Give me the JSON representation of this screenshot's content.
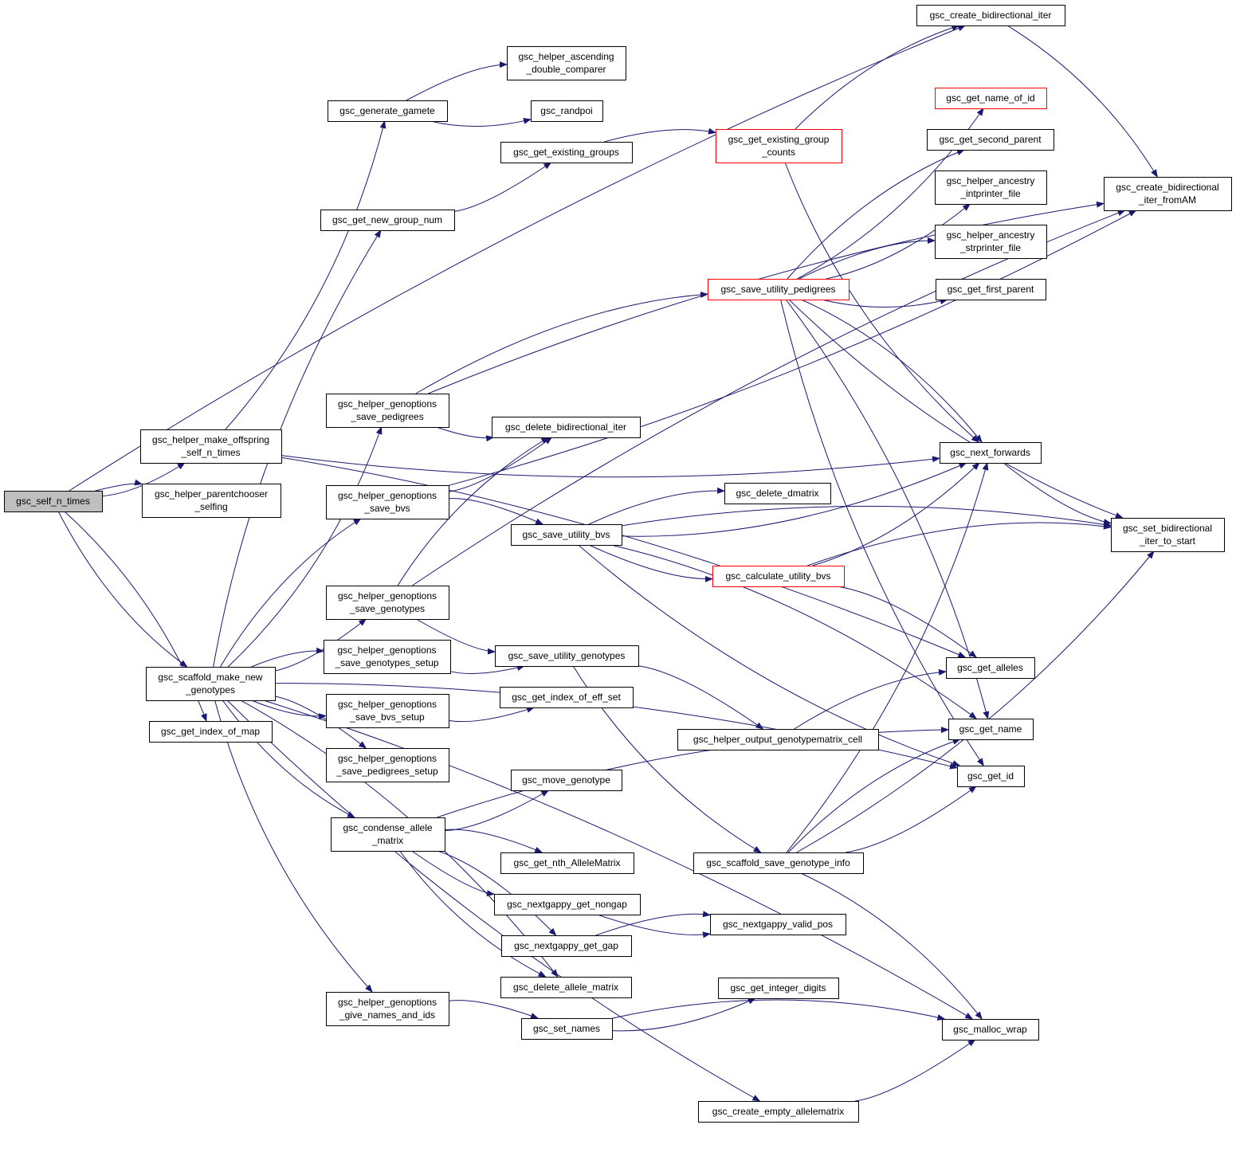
{
  "diagram": {
    "type": "call-graph",
    "colors": {
      "edge": "#191970",
      "node_border": "#000000",
      "root_fill": "#bfbfbf",
      "truncated_border": "#ff0000"
    },
    "nodes": [
      {
        "id": "n_self",
        "lines": [
          "gsc_self_n_times"
        ],
        "style": "root"
      },
      {
        "id": "n_mkoff",
        "lines": [
          "gsc_helper_make_offspring",
          "_self_n_times"
        ],
        "style": "plain"
      },
      {
        "id": "n_pch",
        "lines": [
          "gsc_helper_parentchooser",
          "_selfing"
        ],
        "style": "plain"
      },
      {
        "id": "n_scaf",
        "lines": [
          "gsc_scaffold_make_new",
          "_genotypes"
        ],
        "style": "plain"
      },
      {
        "id": "n_gim",
        "lines": [
          "gsc_get_index_of_map"
        ],
        "style": "plain"
      },
      {
        "id": "n_cbi",
        "lines": [
          "gsc_create_bidirectional_iter"
        ],
        "style": "plain"
      },
      {
        "id": "n_had",
        "lines": [
          "gsc_helper_ascending",
          "_double_comparer"
        ],
        "style": "plain"
      },
      {
        "id": "n_gg",
        "lines": [
          "gsc_generate_gamete"
        ],
        "style": "plain"
      },
      {
        "id": "n_rp",
        "lines": [
          "gsc_randpoi"
        ],
        "style": "plain"
      },
      {
        "id": "n_geg",
        "lines": [
          "gsc_get_existing_groups"
        ],
        "style": "plain"
      },
      {
        "id": "n_gegc",
        "lines": [
          "gsc_get_existing_group",
          "_counts"
        ],
        "style": "truncated"
      },
      {
        "id": "n_gnoi",
        "lines": [
          "gsc_get_name_of_id"
        ],
        "style": "truncated"
      },
      {
        "id": "n_gsp",
        "lines": [
          "gsc_get_second_parent"
        ],
        "style": "plain"
      },
      {
        "id": "n_hai",
        "lines": [
          "gsc_helper_ancestry",
          "_intprinter_file"
        ],
        "style": "plain"
      },
      {
        "id": "n_has",
        "lines": [
          "gsc_helper_ancestry",
          "_strprinter_file"
        ],
        "style": "plain"
      },
      {
        "id": "n_gfp",
        "lines": [
          "gsc_get_first_parent"
        ],
        "style": "plain"
      },
      {
        "id": "n_cbiam",
        "lines": [
          "gsc_create_bidirectional",
          "_iter_fromAM"
        ],
        "style": "plain"
      },
      {
        "id": "n_gngn",
        "lines": [
          "gsc_get_new_group_num"
        ],
        "style": "plain"
      },
      {
        "id": "n_sup",
        "lines": [
          "gsc_save_utility_pedigrees"
        ],
        "style": "truncated"
      },
      {
        "id": "n_hgsp",
        "lines": [
          "gsc_helper_genoptions",
          "_save_pedigrees"
        ],
        "style": "plain"
      },
      {
        "id": "n_dbi",
        "lines": [
          "gsc_delete_bidirectional_iter"
        ],
        "style": "plain"
      },
      {
        "id": "n_nf",
        "lines": [
          "gsc_next_forwards"
        ],
        "style": "plain"
      },
      {
        "id": "n_hgsb",
        "lines": [
          "gsc_helper_genoptions",
          "_save_bvs"
        ],
        "style": "plain"
      },
      {
        "id": "n_ddm",
        "lines": [
          "gsc_delete_dmatrix"
        ],
        "style": "plain"
      },
      {
        "id": "n_sub",
        "lines": [
          "gsc_save_utility_bvs"
        ],
        "style": "plain"
      },
      {
        "id": "n_sbits",
        "lines": [
          "gsc_set_bidirectional",
          "_iter_to_start"
        ],
        "style": "plain"
      },
      {
        "id": "n_cub",
        "lines": [
          "gsc_calculate_utility_bvs"
        ],
        "style": "truncated"
      },
      {
        "id": "n_hgsg",
        "lines": [
          "gsc_helper_genoptions",
          "_save_genotypes"
        ],
        "style": "plain"
      },
      {
        "id": "n_hgsgs",
        "lines": [
          "gsc_helper_genoptions",
          "_save_genotypes_setup"
        ],
        "style": "plain"
      },
      {
        "id": "n_sug",
        "lines": [
          "gsc_save_utility_genotypes"
        ],
        "style": "plain"
      },
      {
        "id": "n_ga",
        "lines": [
          "gsc_get_alleles"
        ],
        "style": "plain"
      },
      {
        "id": "n_hgsbs",
        "lines": [
          "gsc_helper_genoptions",
          "_save_bvs_setup"
        ],
        "style": "plain"
      },
      {
        "id": "n_gies",
        "lines": [
          "gsc_get_index_of_eff_set"
        ],
        "style": "plain"
      },
      {
        "id": "n_hogc",
        "lines": [
          "gsc_helper_output_genotypematrix_cell"
        ],
        "style": "plain"
      },
      {
        "id": "n_gn",
        "lines": [
          "gsc_get_name"
        ],
        "style": "plain"
      },
      {
        "id": "n_hgsps",
        "lines": [
          "gsc_helper_genoptions",
          "_save_pedigrees_setup"
        ],
        "style": "plain"
      },
      {
        "id": "n_gid",
        "lines": [
          "gsc_get_id"
        ],
        "style": "plain"
      },
      {
        "id": "n_mg",
        "lines": [
          "gsc_move_genotype"
        ],
        "style": "plain"
      },
      {
        "id": "n_cam",
        "lines": [
          "gsc_condense_allele",
          "_matrix"
        ],
        "style": "plain"
      },
      {
        "id": "n_gnam",
        "lines": [
          "gsc_get_nth_AlleleMatrix"
        ],
        "style": "plain"
      },
      {
        "id": "n_ssgi",
        "lines": [
          "gsc_scaffold_save_genotype_info"
        ],
        "style": "plain"
      },
      {
        "id": "n_ngng",
        "lines": [
          "gsc_nextgappy_get_nongap"
        ],
        "style": "plain"
      },
      {
        "id": "n_ngvp",
        "lines": [
          "gsc_nextgappy_valid_pos"
        ],
        "style": "plain"
      },
      {
        "id": "n_nggg",
        "lines": [
          "gsc_nextgappy_get_gap"
        ],
        "style": "plain"
      },
      {
        "id": "n_dam",
        "lines": [
          "gsc_delete_allele_matrix"
        ],
        "style": "plain"
      },
      {
        "id": "n_gidg",
        "lines": [
          "gsc_get_integer_digits"
        ],
        "style": "plain"
      },
      {
        "id": "n_hgnai",
        "lines": [
          "gsc_helper_genoptions",
          "_give_names_and_ids"
        ],
        "style": "plain"
      },
      {
        "id": "n_sn",
        "lines": [
          "gsc_set_names"
        ],
        "style": "plain"
      },
      {
        "id": "n_mw",
        "lines": [
          "gsc_malloc_wrap"
        ],
        "style": "plain"
      },
      {
        "id": "n_cea",
        "lines": [
          "gsc_create_empty_allelematrix"
        ],
        "style": "plain"
      }
    ],
    "edges": [
      {
        "from": "n_self",
        "to": "n_cbi"
      },
      {
        "from": "n_self",
        "to": "n_mkoff"
      },
      {
        "from": "n_self",
        "to": "n_pch"
      },
      {
        "from": "n_self",
        "to": "n_scaf"
      },
      {
        "from": "n_self",
        "to": "n_gim"
      },
      {
        "from": "n_mkoff",
        "to": "n_gg"
      },
      {
        "from": "n_mkoff",
        "to": "n_ga"
      },
      {
        "from": "n_mkoff",
        "to": "n_nf"
      },
      {
        "from": "n_gg",
        "to": "n_had"
      },
      {
        "from": "n_gg",
        "to": "n_rp"
      },
      {
        "from": "n_geg",
        "to": "n_gegc"
      },
      {
        "from": "n_gngn",
        "to": "n_geg"
      },
      {
        "from": "n_gegc",
        "to": "n_cbi"
      },
      {
        "from": "n_gegc",
        "to": "n_nf"
      },
      {
        "from": "n_cbi",
        "to": "n_cbiam"
      },
      {
        "from": "n_sup",
        "to": "n_gnoi"
      },
      {
        "from": "n_sup",
        "to": "n_gsp"
      },
      {
        "from": "n_sup",
        "to": "n_hai"
      },
      {
        "from": "n_sup",
        "to": "n_has"
      },
      {
        "from": "n_sup",
        "to": "n_gfp"
      },
      {
        "from": "n_sup",
        "to": "n_nf"
      },
      {
        "from": "n_sup",
        "to": "n_sbits"
      },
      {
        "from": "n_sup",
        "to": "n_gn"
      },
      {
        "from": "n_sup",
        "to": "n_gid"
      },
      {
        "from": "n_hgsp",
        "to": "n_sup"
      },
      {
        "from": "n_hgsp",
        "to": "n_dbi"
      },
      {
        "from": "n_hgsp",
        "to": "n_cbiam"
      },
      {
        "from": "n_hgsb",
        "to": "n_dbi"
      },
      {
        "from": "n_hgsb",
        "to": "n_sub"
      },
      {
        "from": "n_hgsb",
        "to": "n_cbiam"
      },
      {
        "from": "n_sub",
        "to": "n_ddm"
      },
      {
        "from": "n_sub",
        "to": "n_cub"
      },
      {
        "from": "n_sub",
        "to": "n_sbits"
      },
      {
        "from": "n_sub",
        "to": "n_nf"
      },
      {
        "from": "n_sub",
        "to": "n_gn"
      },
      {
        "from": "n_sub",
        "to": "n_gid"
      },
      {
        "from": "n_cub",
        "to": "n_sbits"
      },
      {
        "from": "n_cub",
        "to": "n_nf"
      },
      {
        "from": "n_cub",
        "to": "n_ga"
      },
      {
        "from": "n_nf",
        "to": "n_sbits"
      },
      {
        "from": "n_hgsg",
        "to": "n_dbi"
      },
      {
        "from": "n_hgsg",
        "to": "n_sug"
      },
      {
        "from": "n_hgsg",
        "to": "n_cbiam"
      },
      {
        "from": "n_hgsgs",
        "to": "n_sug"
      },
      {
        "from": "n_sug",
        "to": "n_hogc"
      },
      {
        "from": "n_sug",
        "to": "n_ssgi"
      },
      {
        "from": "n_hogc",
        "to": "n_ga"
      },
      {
        "from": "n_hgsbs",
        "to": "n_gies"
      },
      {
        "from": "n_scaf",
        "to": "n_gngn"
      },
      {
        "from": "n_scaf",
        "to": "n_hgsp"
      },
      {
        "from": "n_scaf",
        "to": "n_hgsb"
      },
      {
        "from": "n_scaf",
        "to": "n_hgsg"
      },
      {
        "from": "n_scaf",
        "to": "n_hgsgs"
      },
      {
        "from": "n_scaf",
        "to": "n_hgsbs"
      },
      {
        "from": "n_scaf",
        "to": "n_hgsps"
      },
      {
        "from": "n_scaf",
        "to": "n_cam"
      },
      {
        "from": "n_scaf",
        "to": "n_dam"
      },
      {
        "from": "n_scaf",
        "to": "n_hgnai"
      },
      {
        "from": "n_scaf",
        "to": "n_gid"
      },
      {
        "from": "n_scaf",
        "to": "n_cea"
      },
      {
        "from": "n_scaf",
        "to": "n_mw"
      },
      {
        "from": "n_cam",
        "to": "n_mg"
      },
      {
        "from": "n_cam",
        "to": "n_gnam"
      },
      {
        "from": "n_cam",
        "to": "n_ngng"
      },
      {
        "from": "n_cam",
        "to": "n_nggg"
      },
      {
        "from": "n_cam",
        "to": "n_dam"
      },
      {
        "from": "n_cam",
        "to": "n_gn"
      },
      {
        "from": "n_ngng",
        "to": "n_ngvp"
      },
      {
        "from": "n_nggg",
        "to": "n_ngvp"
      },
      {
        "from": "n_ssgi",
        "to": "n_nf"
      },
      {
        "from": "n_ssgi",
        "to": "n_gn"
      },
      {
        "from": "n_ssgi",
        "to": "n_gid"
      },
      {
        "from": "n_ssgi",
        "to": "n_mw"
      },
      {
        "from": "n_ssgi",
        "to": "n_sbits"
      },
      {
        "from": "n_hgnai",
        "to": "n_sn"
      },
      {
        "from": "n_sn",
        "to": "n_gidg"
      },
      {
        "from": "n_sn",
        "to": "n_mw"
      },
      {
        "from": "n_cea",
        "to": "n_mw"
      }
    ]
  }
}
